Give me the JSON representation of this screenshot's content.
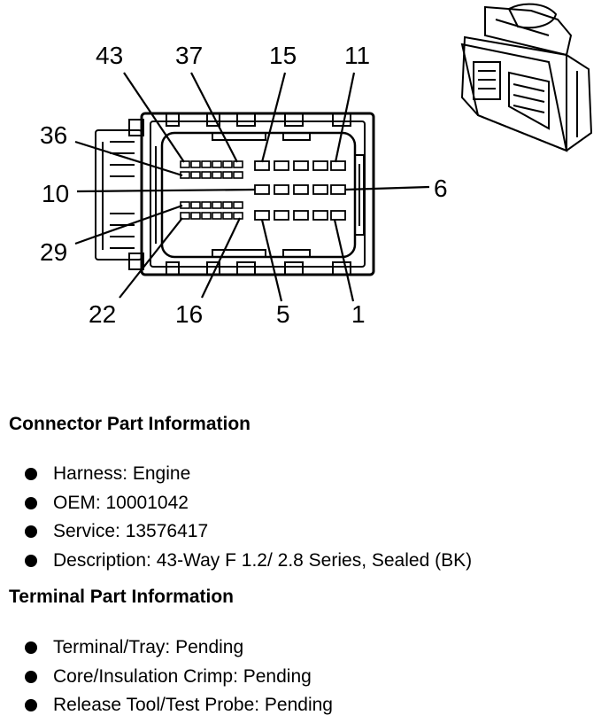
{
  "diagram": {
    "pin_labels": {
      "p43": "43",
      "p37": "37",
      "p15": "15",
      "p11": "11",
      "p36": "36",
      "p10": "10",
      "p29": "29",
      "p6": "6",
      "p22": "22",
      "p16": "16",
      "p5": "5",
      "p1": "1"
    }
  },
  "connector_info": {
    "heading": "Connector Part Information",
    "items": [
      "Harness: Engine",
      "OEM: 10001042",
      "Service: 13576417",
      "Description: 43-Way F 1.2/ 2.8 Series, Sealed (BK)"
    ]
  },
  "terminal_info": {
    "heading": "Terminal Part Information",
    "items": [
      "Terminal/Tray: Pending",
      "Core/Insulation Crimp: Pending",
      "Release Tool/Test Probe: Pending"
    ]
  }
}
